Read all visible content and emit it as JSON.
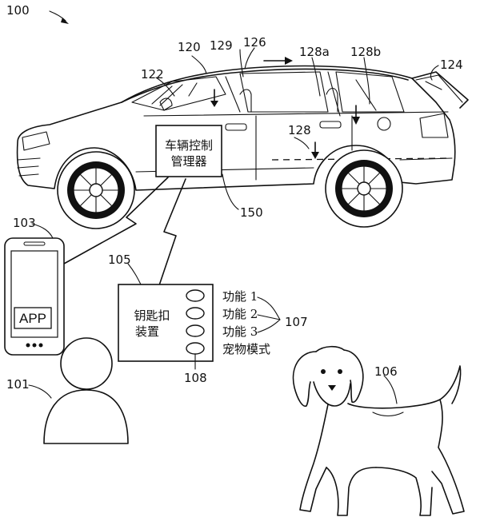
{
  "labels": {
    "fig": "100",
    "car": "120",
    "windshield": "122",
    "roof": "126",
    "roof_rail": "129",
    "door_a": "128a",
    "door_b": "128b",
    "liftgate": "124",
    "window_line": "128",
    "controller": "150",
    "phone": "103",
    "keyfob": "105",
    "functions": "107",
    "button": "108",
    "user": "101",
    "dog": "106"
  },
  "controller_text": [
    "车辆控制",
    "管理器"
  ],
  "phone_app": "APP",
  "keyfob_text": [
    "钥匙扣",
    "装置"
  ],
  "function_list": [
    "功能 1",
    "功能 2",
    "功能 3",
    "宠物模式"
  ]
}
